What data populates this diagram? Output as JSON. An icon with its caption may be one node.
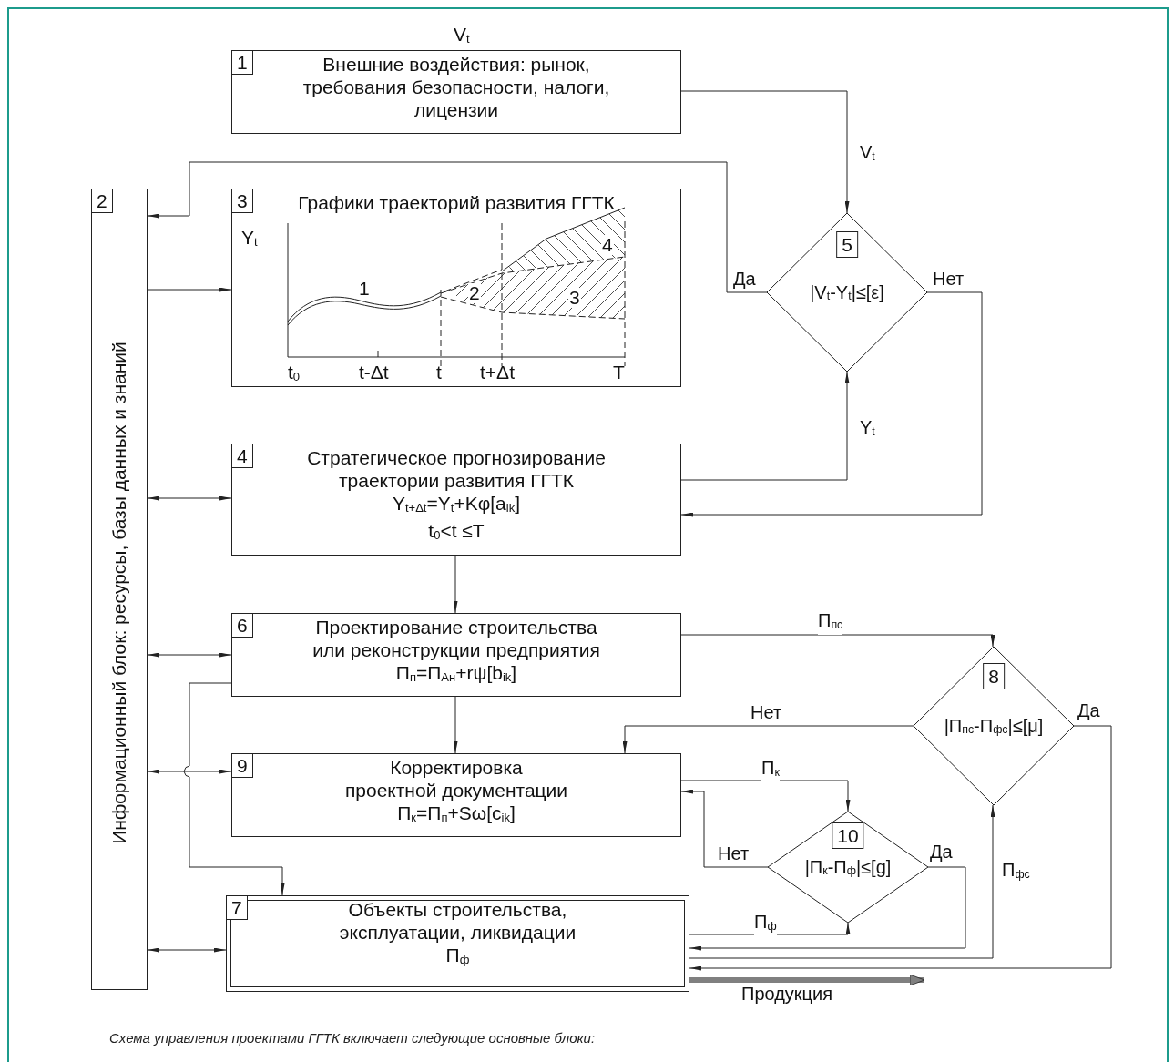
{
  "diagram": {
    "caption": "Схема управления проектами ГГТК включает следующие основные блоки:",
    "nodes": [
      {
        "text": [
          "1",
          "Внешние воздействия: рынок, требования безопасности, налоги, лицензии"
        ],
        "beside": [
          "V$_{t}$"
        ]
      },
      {
        "text": [
          "2",
          "Информационный блок: ресурсы, базы данных и знаний"
        ]
      },
      {
        "text": [
          "3",
          "Графики траекторий развития ГГТК"
        ]
      },
      {
        "text": [
          "4",
          "Стратегическое прогнозирование траектории развития ГГТК",
          "Y$_{t+Δt}$=Y$_{t}$+Kφ[a$_{ik}$]",
          "t$_{0}$<t ≤T"
        ]
      },
      {
        "text": [
          "5",
          "|V$_{t}$-Y$_{t}$|≤[ε]"
        ]
      },
      {
        "text": [
          "6",
          "Проектирование строительства или реконструкции предприятия",
          "П$_{п}$=П$_{Ан}$+rψ[b$_{ik}$]"
        ]
      },
      {
        "text": [
          "8",
          "|П$_{пс}$-П$_{фс}$|≤[μ]"
        ]
      },
      {
        "text": [
          "9",
          "Корректировка проектной документации",
          "П$_{к}$=П$_{п}$+Sω[c$_{ik}$]"
        ]
      },
      {
        "text": [
          "10",
          "|П$_{к}$-П$_{ф}$|≤[g]"
        ]
      },
      {
        "text": [
          "7",
          "Объекты строительства, эксплуатации, ликвидации",
          "П$_{ф}$"
        ]
      }
    ],
    "edges": [
      {
        "from": 0,
        "to": 4,
        "arrow": "to",
        "label": "V$_{t}$"
      },
      {
        "from": 4,
        "to": 1,
        "arrow": "to",
        "label": "Да"
      },
      {
        "from": 1,
        "to": 2,
        "arrow": "to"
      },
      {
        "from": 1,
        "to": 3,
        "arrow": "both"
      },
      {
        "from": 3,
        "to": 4,
        "arrow": "to",
        "label": "Y$_{t}$"
      },
      {
        "from": 4,
        "to": 3,
        "arrow": "to",
        "label": "Нет"
      },
      {
        "from": 3,
        "to": 5,
        "arrow": "to"
      },
      {
        "from": 1,
        "to": 5,
        "arrow": "both"
      },
      {
        "from": 5,
        "to": 9,
        "arrow": "to"
      },
      {
        "from": 5,
        "to": 7,
        "arrow": "to"
      },
      {
        "from": 5,
        "to": 6,
        "arrow": "to",
        "label": "П$_{пс}$"
      },
      {
        "from": 6,
        "to": 7,
        "arrow": "to",
        "label": "Нет"
      },
      {
        "from": 6,
        "to": 9,
        "arrow": "to",
        "label": "Да"
      },
      {
        "from": 9,
        "to": 6,
        "arrow": "to",
        "label": "П$_{фс}$"
      },
      {
        "from": 1,
        "to": 7,
        "arrow": "both"
      },
      {
        "from": 7,
        "to": 8,
        "arrow": "to",
        "label": "П$_{к}$"
      },
      {
        "from": 8,
        "to": 7,
        "arrow": "to",
        "label": "Нет"
      },
      {
        "from": 8,
        "to": 9,
        "arrow": "to",
        "label": "Да"
      },
      {
        "from": 9,
        "to": 8,
        "arrow": "to",
        "label": "П$_{ф}$"
      },
      {
        "from": 1,
        "to": 9,
        "arrow": "both"
      },
      {
        "from": 9,
        "to": null,
        "arrow": "to",
        "label": "Продукция",
        "style": "thick",
        "color": "#808080"
      }
    ],
    "labels": [
      "Y$_{t}$",
      "1",
      "2",
      "3",
      "4",
      "t$_{0}$",
      "t-Δt",
      "t",
      "t+Δt",
      "T"
    ]
  }
}
